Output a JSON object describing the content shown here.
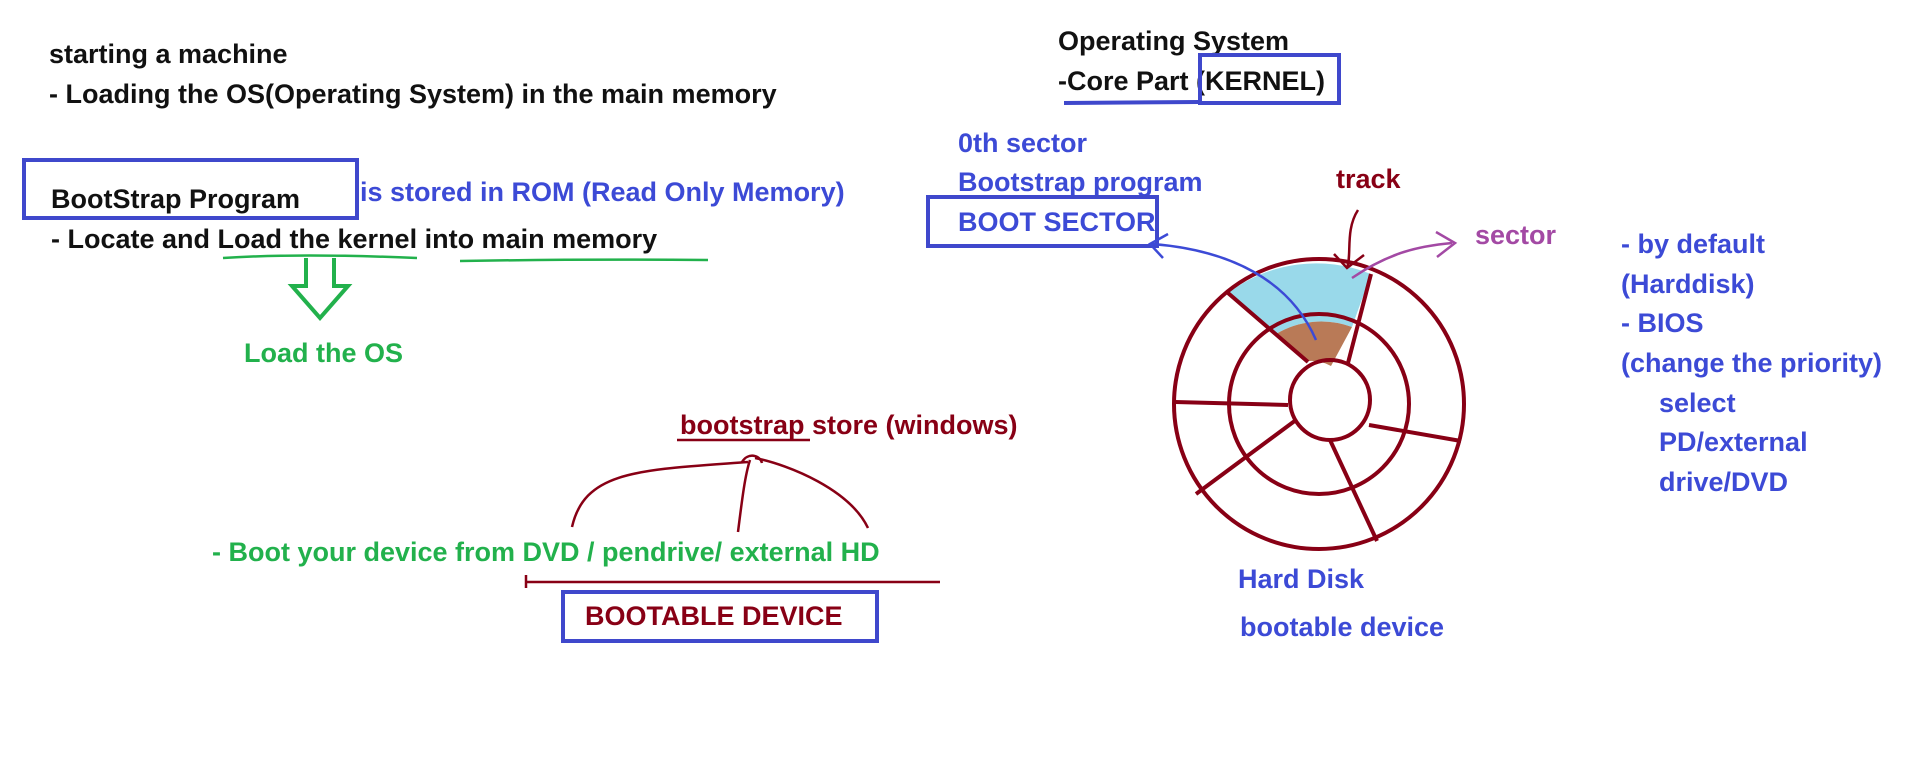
{
  "left": {
    "line1": "starting a machine",
    "line2": "- Loading the OS(Operating System) in the main memory",
    "bootstrap_label": "BootStrap Program",
    "stored_in": "is stored in ROM (Read Only Memory)",
    "locate_prefix": "- Locate and ",
    "locate_load_kernel": "Load the kernel",
    "locate_into": " into main memory",
    "load_os": "Load the OS"
  },
  "middle": {
    "bootstrap_store_a": "bootstrap",
    "bootstrap_store_b": " store (windows)",
    "boot_device_line": "- Boot your device from DVD / pendrive/ external HD",
    "bootable_device": "BOOTABLE DEVICE"
  },
  "top_right": {
    "os_title": "Operating System",
    "core_part": "-Core Part ",
    "kernel": "(KERNEL)"
  },
  "disk": {
    "zeroth_sector": "0th sector",
    "bootstrap_program": "Bootstrap program",
    "boot_sector": "BOOT SECTOR",
    "track": "track",
    "sector": "sector",
    "hard_disk": "Hard Disk",
    "bootable_device": "bootable device"
  },
  "notes": {
    "lines": [
      "- by default",
      "(Harddisk)",
      "- BIOS",
      "(change the priority)",
      "select",
      "PD/external",
      "drive/DVD"
    ]
  },
  "colors": {
    "black": "#111111",
    "blue_text": "#3c4ad6",
    "box_blue": "#3f48cc",
    "green": "#22b14c",
    "dark_red": "#880015",
    "purple": "#a349a4",
    "sector_light_blue": "#99d9ea",
    "sector_brown": "#b97a57"
  }
}
